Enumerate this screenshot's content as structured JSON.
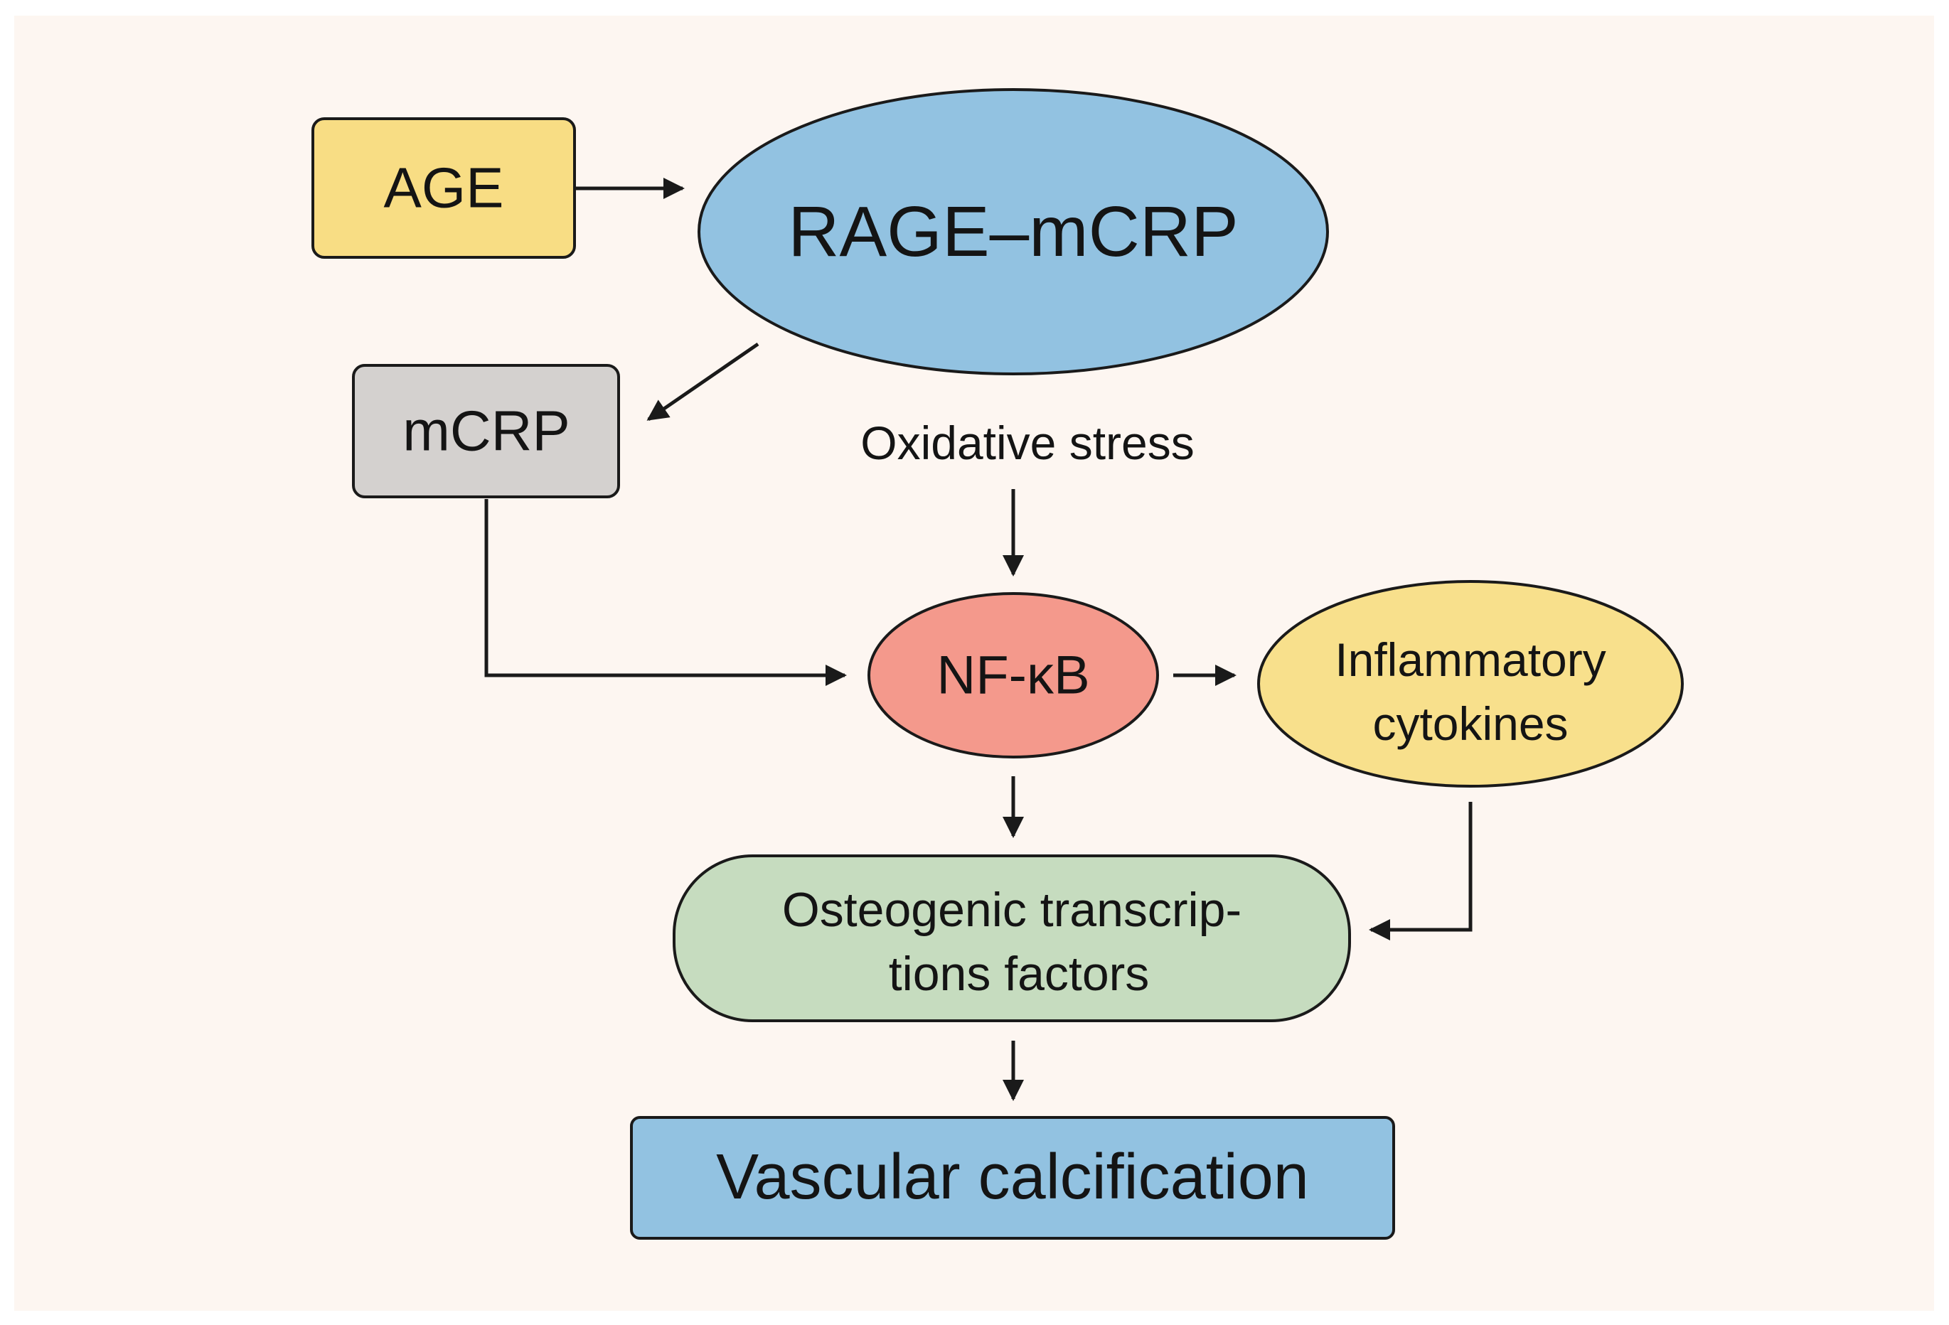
{
  "colors": {
    "page_background": "#ffffff",
    "panel_background": "#fdf6f1",
    "stroke": "#1a1a1a",
    "age_fill": "#f8dd84",
    "rage_fill": "#92c2e1",
    "mcrp_fill": "#d4d1cf",
    "nfkb_fill": "#f4998c",
    "cytokines_fill": "#f8e08c",
    "osteogenic_fill": "#c6dcbf",
    "vascular_fill": "#92c2e1"
  },
  "nodes": {
    "age": {
      "label": "AGE"
    },
    "rage_mcrp": {
      "label": "RAGE–mCRP"
    },
    "mcrp": {
      "label": "mCRP"
    },
    "oxidative_stress": {
      "label": "Oxidative stress"
    },
    "nfkb": {
      "label": "NF-κB"
    },
    "cytokines": {
      "line1": "Inflammatory",
      "line2": "cytokines"
    },
    "osteogenic": {
      "line1": "Osteogenic transcrip-",
      "line2": "tions factors"
    },
    "vascular": {
      "label": "Vascular calcification"
    }
  },
  "edges": [
    {
      "from": "age",
      "to": "rage_mcrp"
    },
    {
      "from": "rage_mcrp",
      "to": "mcrp"
    },
    {
      "from": "oxidative_stress",
      "to": "nfkb"
    },
    {
      "from": "mcrp",
      "to": "nfkb"
    },
    {
      "from": "nfkb",
      "to": "cytokines"
    },
    {
      "from": "nfkb",
      "to": "osteogenic"
    },
    {
      "from": "cytokines",
      "to": "osteogenic"
    },
    {
      "from": "osteogenic",
      "to": "vascular"
    }
  ]
}
